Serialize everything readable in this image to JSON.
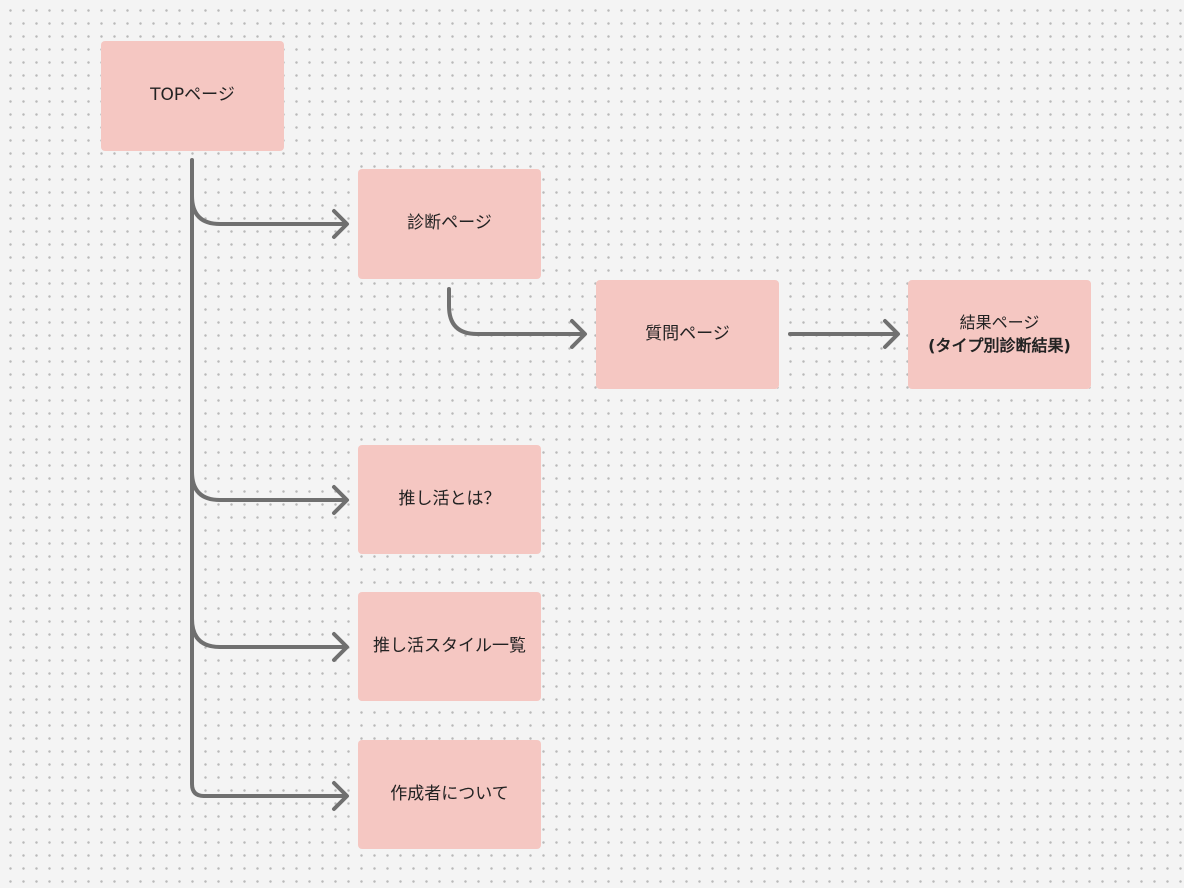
{
  "colors": {
    "node_fill": "#f5c7c2",
    "connector": "#707070",
    "text": "#222222",
    "background": "#f4f4f4",
    "grid_dot": "#b9b9b9"
  },
  "nodes": {
    "top": {
      "label": "TOPページ"
    },
    "diagnosis": {
      "label": "診断ページ"
    },
    "question": {
      "label": "質問ページ"
    },
    "result": {
      "line1": "結果ページ",
      "line2": "(タイプ別診断結果)"
    },
    "about_oshikatsu": {
      "label": "推し活とは？"
    },
    "style_list": {
      "label": "推し活スタイル一覧"
    },
    "author": {
      "label": "作成者について"
    }
  }
}
